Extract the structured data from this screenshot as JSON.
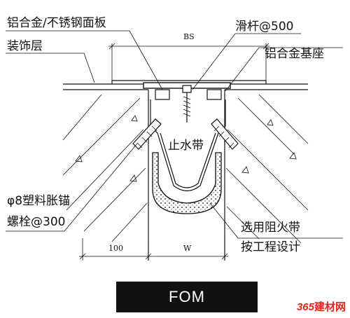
{
  "labels": {
    "panel": "铝合金/不锈钢面板",
    "finish": "装饰层",
    "rod": "滑杆@500",
    "base": "铝合金基座",
    "waterstop": "止水带",
    "anchor_1": "φ8塑料胀锚",
    "anchor_2": "螺栓@300",
    "fire_1": "选用阻火带",
    "fire_2": "按工程设计"
  },
  "dimensions": {
    "bs": "BS",
    "left": "100",
    "width": "W"
  },
  "footer": {
    "title": "FOM"
  },
  "watermark": {
    "number": "365",
    "text": "建材网"
  }
}
